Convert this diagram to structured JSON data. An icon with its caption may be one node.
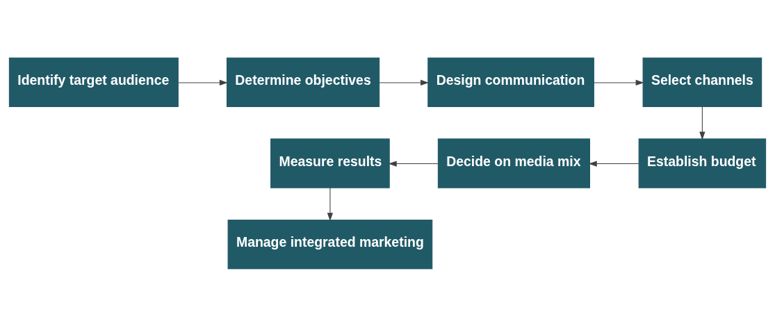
{
  "diagram": {
    "nodes": [
      {
        "text": [
          "Identify target audience"
        ]
      },
      {
        "text": [
          "Determine objectives"
        ]
      },
      {
        "text": [
          "Design communication"
        ]
      },
      {
        "text": [
          "Select channels"
        ]
      },
      {
        "text": [
          "Establish budget"
        ]
      },
      {
        "text": [
          "Decide on media mix"
        ]
      },
      {
        "text": [
          "Measure results"
        ]
      },
      {
        "text": [
          "Manage integrated marketing"
        ]
      }
    ],
    "edges": [
      {
        "from": 0,
        "to": 1,
        "arrow": "to"
      },
      {
        "from": 1,
        "to": 2,
        "arrow": "to"
      },
      {
        "from": 2,
        "to": 3,
        "arrow": "to"
      },
      {
        "from": 3,
        "to": 4,
        "arrow": "to"
      },
      {
        "from": 4,
        "to": 5,
        "arrow": "to"
      },
      {
        "from": 5,
        "to": 6,
        "arrow": "to"
      },
      {
        "from": 6,
        "to": 7,
        "arrow": "to"
      }
    ]
  }
}
